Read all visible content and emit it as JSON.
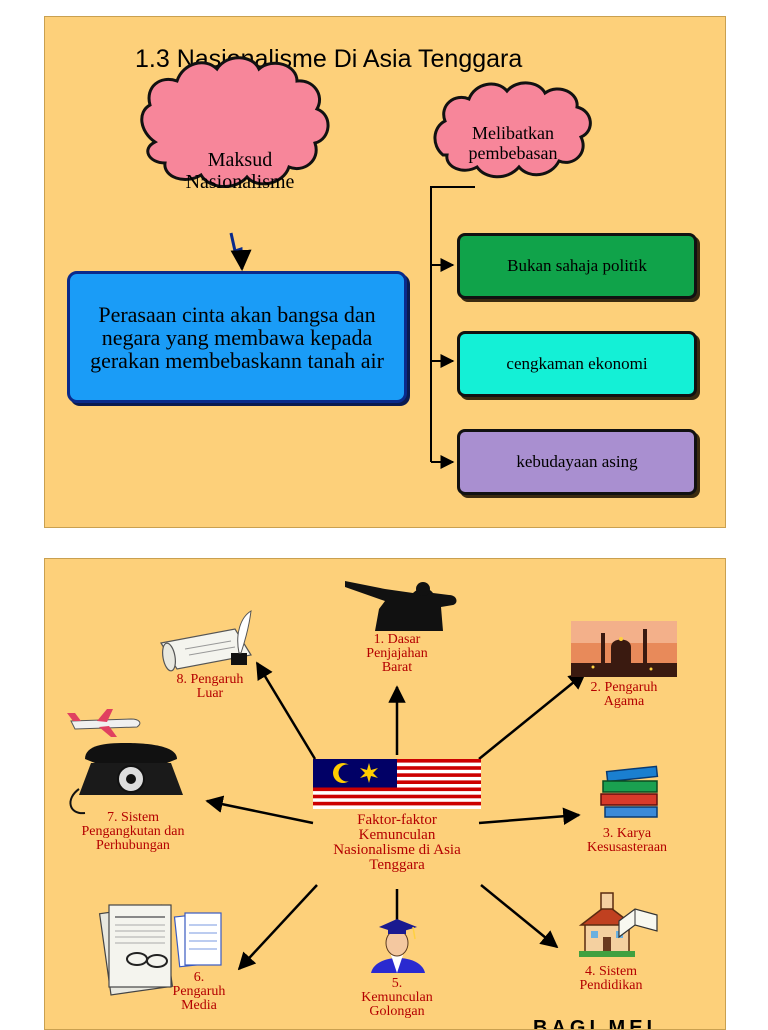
{
  "slide1": {
    "title": "1.3 Nasionalisme Di Asia Tenggara",
    "cloud_left": {
      "line1": "Maksud",
      "line2": "Nasionalisme"
    },
    "cloud_right": {
      "line1": "Melibatkan",
      "line2": "pembebasan"
    },
    "definition": "Perasaan cinta akan bangsa dan negara yang membawa kepada gerakan membebaskann tanah air",
    "boxes": [
      {
        "label": "Bukan sahaja politik",
        "color": "#10a34a"
      },
      {
        "label": "cengkaman ekonomi",
        "color": "#14f0d6"
      },
      {
        "label": "kebudayaan asing",
        "color": "#a98fd0"
      }
    ],
    "colors": {
      "background": "#fdd07a",
      "cloud": "#f7869a",
      "definition_box": "#1a9cf7"
    }
  },
  "slide2": {
    "center": {
      "line1": "Faktor-faktor",
      "line2": "Kemunculan",
      "line3": "Nasionalisme di Asia",
      "line4": "Tenggara"
    },
    "factors": [
      {
        "line1": "1.  Dasar",
        "line2": "Penjajahan",
        "line3": "Barat",
        "icon": "silhouette-icon"
      },
      {
        "line1": "2. Pengaruh",
        "line2": "Agama",
        "icon": "mosque-icon"
      },
      {
        "line1": "3. Karya",
        "line2": "Kesusasteraan",
        "icon": "books-icon"
      },
      {
        "line1": "4. Sistem",
        "line2": "Pendidikan",
        "icon": "school-icon"
      },
      {
        "line1": "5.",
        "line2": "Kemunculan",
        "line3": "Golongan",
        "icon": "graduate-icon"
      },
      {
        "line1": "6.",
        "line2": "Pengaruh",
        "line3": "Media",
        "icon": "newspaper-icon"
      },
      {
        "line1": "7.  Sistem",
        "line2": "Pengangkutan dan",
        "line3": "Perhubungan",
        "icon": "telephone-icon"
      },
      {
        "line1": "8. Pengaruh",
        "line2": "Luar",
        "icon": "scroll-icon"
      }
    ],
    "partial_text": "BAGI MEL",
    "colors": {
      "label": "#b40000",
      "background": "#fdd07a"
    }
  }
}
